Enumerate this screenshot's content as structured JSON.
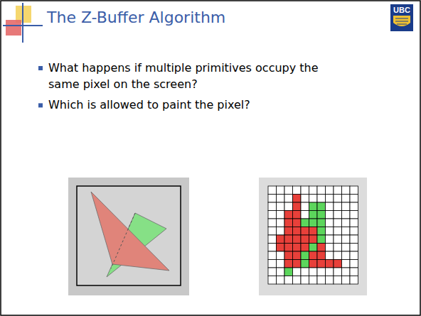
{
  "diagram": {
    "title": "The Z-Buffer Algorithm",
    "labels": [
      "What happens if multiple primitives occupy the same pixel on the screen?",
      "Which is allowed to paint the pixel?",
      "UBC"
    ]
  }
}
